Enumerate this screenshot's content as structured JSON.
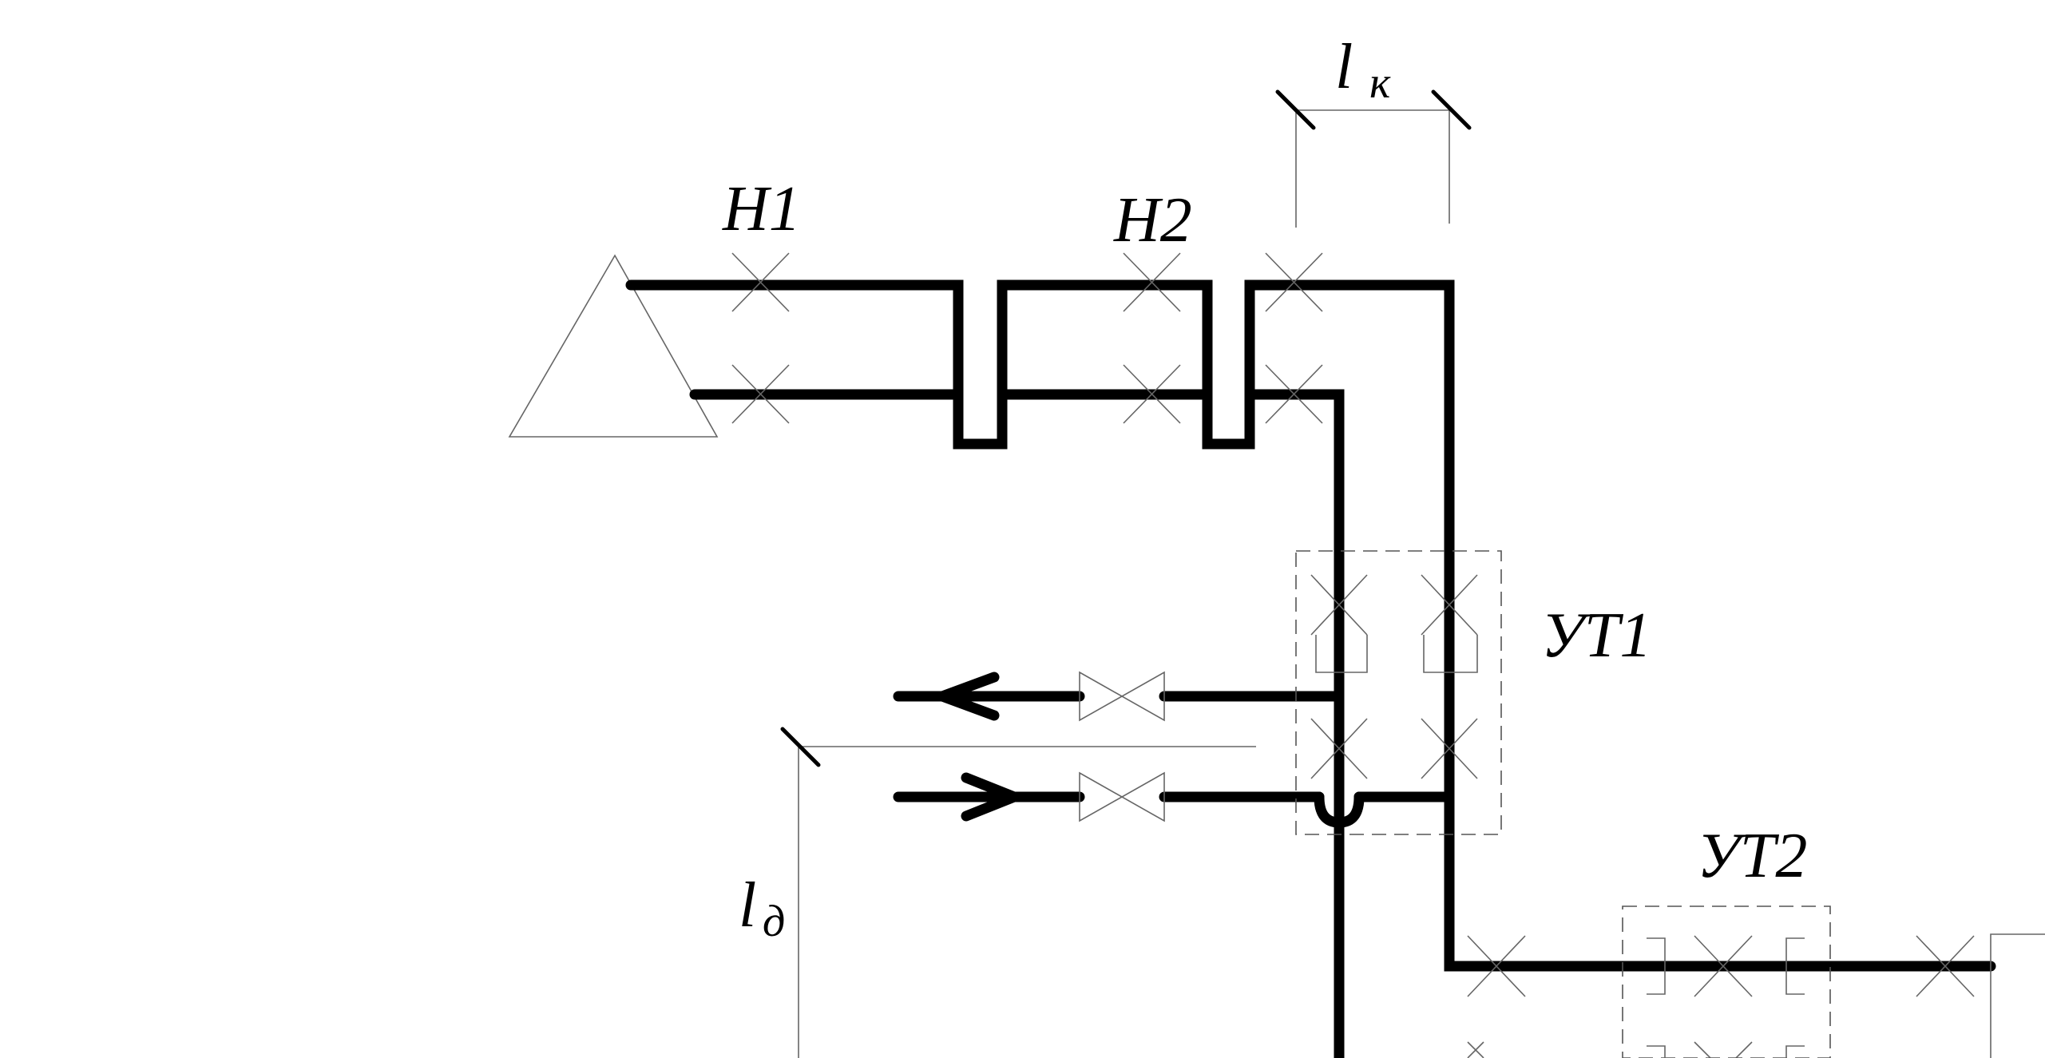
{
  "labels": {
    "h1": "H1",
    "h2": "H2",
    "ut1": "УТ1",
    "ut2": "УТ2",
    "lk_main": "l",
    "lk_sub": "к",
    "ld_main": "l",
    "ld_sub": "д"
  },
  "icons": {
    "cross_support": "x-mark-icon",
    "valve": "bowtie-valve-icon",
    "arrow_supply": "arrow-right-icon",
    "arrow_return": "arrow-left-icon",
    "anchor": "triangle-icon"
  },
  "colors": {
    "pipe": "#000000",
    "background": "#ffffff"
  }
}
